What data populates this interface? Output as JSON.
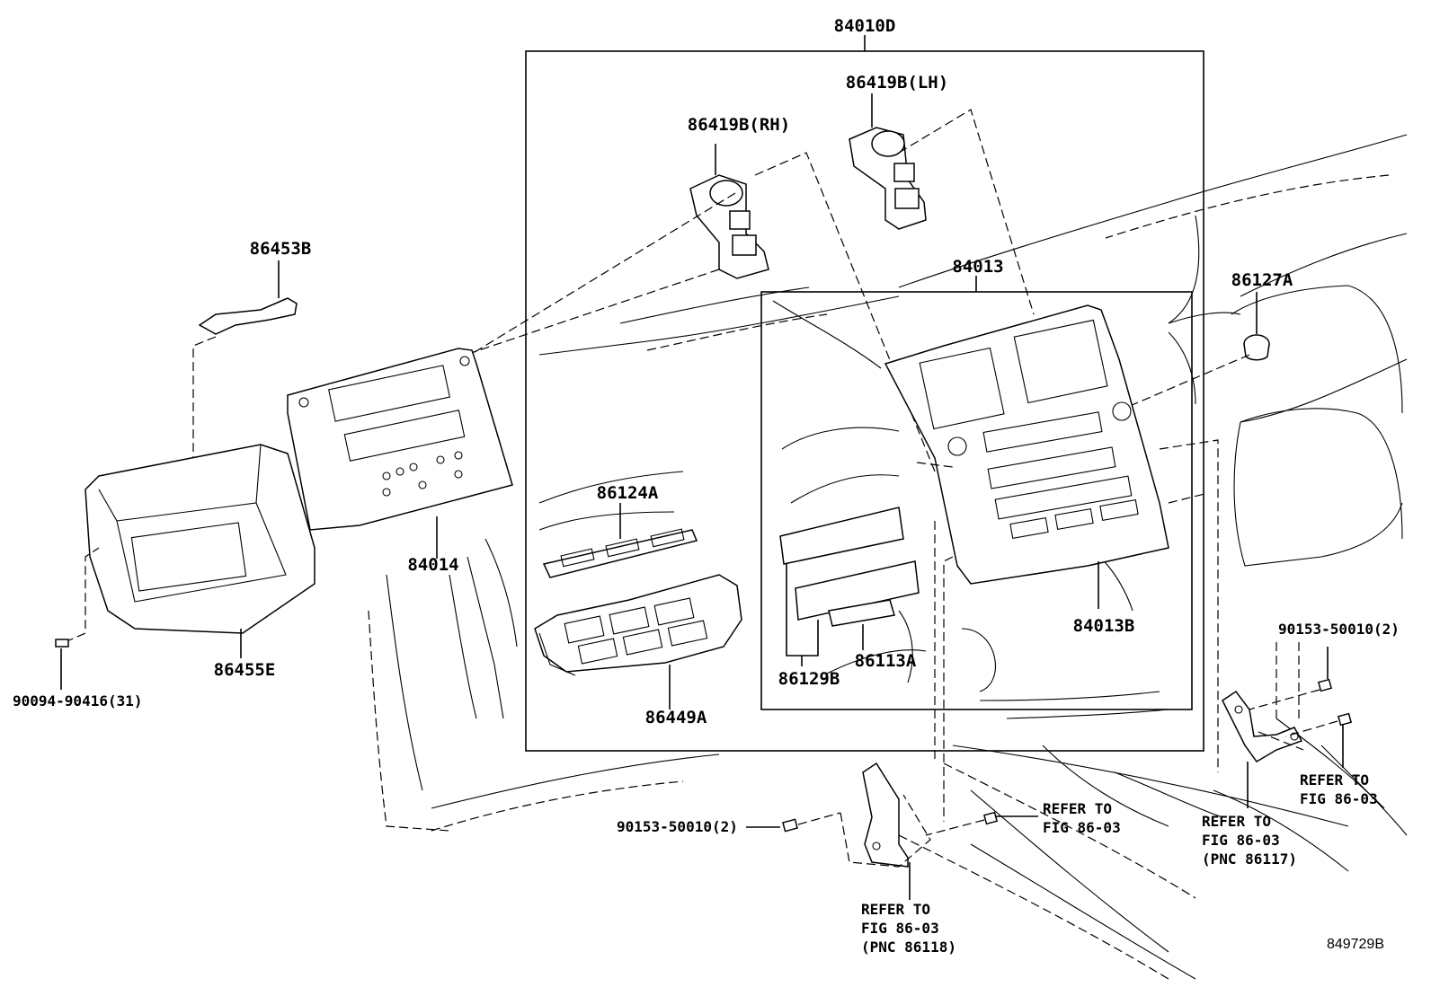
{
  "labels": {
    "asm_84010D": "84010D",
    "switch_rh": "86419B(RH)",
    "switch_lh": "86419B(LH)",
    "bracket_86453B": "86453B",
    "panel_84013": "84013",
    "part_86127A": "86127A",
    "part_86124A": "86124A",
    "part_84014": "84014",
    "part_86455E": "86455E",
    "screw_90094": "90094-90416(31)",
    "part_84013B": "84013B",
    "screw_90153_right": "90153-50010(2)",
    "part_86129B": "86129B",
    "part_86113A": "86113A",
    "part_86449A": "86449A",
    "screw_90153_bottom": "90153-50010(2)",
    "refer_center_1": "REFER TO",
    "refer_center_2": "FIG 86-03",
    "refer_right_1": "REFER TO",
    "refer_right_2": "FIG 86-03",
    "refer_pnc86117_1": "REFER TO",
    "refer_pnc86117_2": "FIG 86-03",
    "refer_pnc86117_3": "(PNC 86117)",
    "refer_pnc86118_1": "REFER TO",
    "refer_pnc86118_2": "FIG 86-03",
    "refer_pnc86118_3": "(PNC 86118)",
    "figure_number": "849729B"
  }
}
